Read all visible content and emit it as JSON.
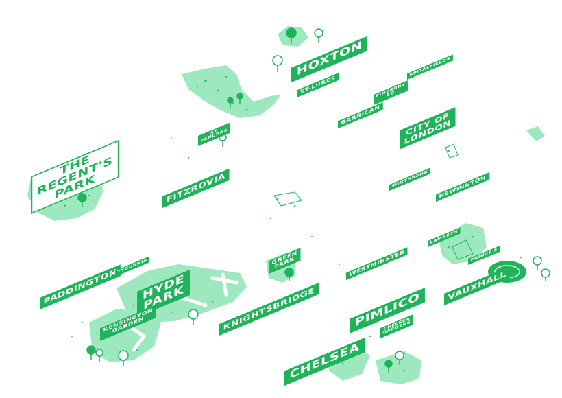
{
  "colors": {
    "accent": "#1fb45a",
    "park": "#9ee8bf",
    "speckle": "#3fc67a",
    "tree": "#ffffff"
  },
  "labels": {
    "hoxton": "HOXTON",
    "st_lukes": "ST-LUKES",
    "spitalfields": "SPITALFIELDS",
    "finsbury": "FINSBURY\nSQ",
    "barbican": "BARBICAN",
    "city_of_london": "CITY OF\nLONDON",
    "st_pancras": "ST\nPANCRAS",
    "regents_park": "THE\nREGENT'S\nPARK",
    "fitzrovia": "FITZROVIA",
    "southbank": "SOUTHBANK",
    "newington": "NEWINGTON",
    "paddington": "PADDINGTON",
    "tyburnia": "TYBURNIA",
    "hyde_park": "HYDE\nPARK",
    "kensington_garden": "KENSINGTON\nGARDEN",
    "green_park": "GREEN\nPARK",
    "knightsbridge": "KNIGHTSBRIDGE",
    "westminster": "WESTMINSTER",
    "lambeth": "LAMBETH",
    "princes": "PRINCE'S",
    "vauxhall": "VAUXHALL",
    "pimlico": "PIMLICO",
    "chelsea": "CHELSEA",
    "chelsea_gardens": "CHELSEA\nGARDENS"
  }
}
